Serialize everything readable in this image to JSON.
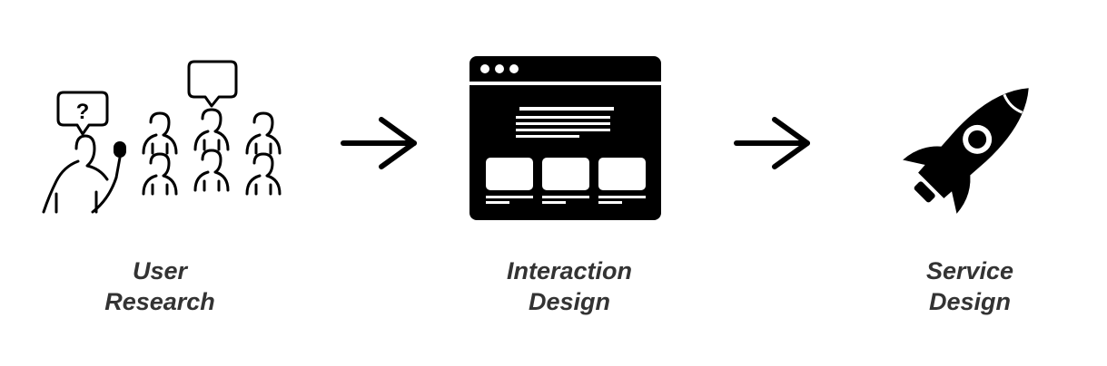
{
  "stages": [
    {
      "id": "user-research",
      "line1": "User",
      "line2": "Research",
      "icon": "audience-interview-icon"
    },
    {
      "id": "interaction-design",
      "line1": "Interaction",
      "line2": "Design",
      "icon": "browser-wireframe-icon"
    },
    {
      "id": "service-design",
      "line1": "Service",
      "line2": "Design",
      "icon": "rocket-icon"
    }
  ],
  "bubble_text": "?",
  "colors": {
    "ink": "#000000",
    "caption": "#333333",
    "background": "#ffffff"
  }
}
